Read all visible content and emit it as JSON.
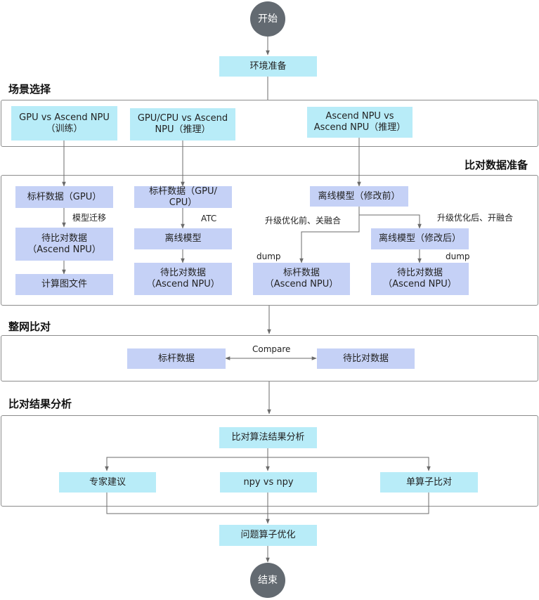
{
  "start": "开始",
  "end": "结束",
  "env": "环境准备",
  "sections": {
    "scene": "场景选择",
    "prep": "比对数据准备",
    "whole": "整网比对",
    "analysis": "比对结果分析"
  },
  "scenes": {
    "train": "GPU vs Ascend NPU\n（训练）",
    "infer": "GPU/CPU vs Ascend\nNPU（推理）",
    "npu": "Ascend NPU vs\nAscend NPU（推理）"
  },
  "col1": {
    "benchmark": "标杆数据（GPU）",
    "migrate": "模型迁移",
    "compare": "待比对数据\n（Ascend NPU）",
    "graph": "计算图文件"
  },
  "col2": {
    "benchmark": "标杆数据（GPU/\nCPU）",
    "atc": "ATC",
    "offline": "离线模型",
    "compare": "待比对数据\n（Ascend NPU）"
  },
  "col3": {
    "offline_before": "离线模型（修改前）",
    "branch_left": "升级优化前、关融合",
    "branch_right": "升级优化后、开融合",
    "offline_after": "离线模型（修改后）",
    "dump_left": "dump",
    "dump_right": "dump",
    "benchmark": "标杆数据\n（Ascend NPU）",
    "compare": "待比对数据\n（Ascend NPU）"
  },
  "whole": {
    "benchmark": "标杆数据",
    "compare_label": "Compare",
    "compare": "待比对数据"
  },
  "analysis": {
    "algo": "比对算法结果分析",
    "expert": "专家建议",
    "npy": "npy vs npy",
    "single": "单算子比对"
  },
  "optimize": "问题算子优化"
}
